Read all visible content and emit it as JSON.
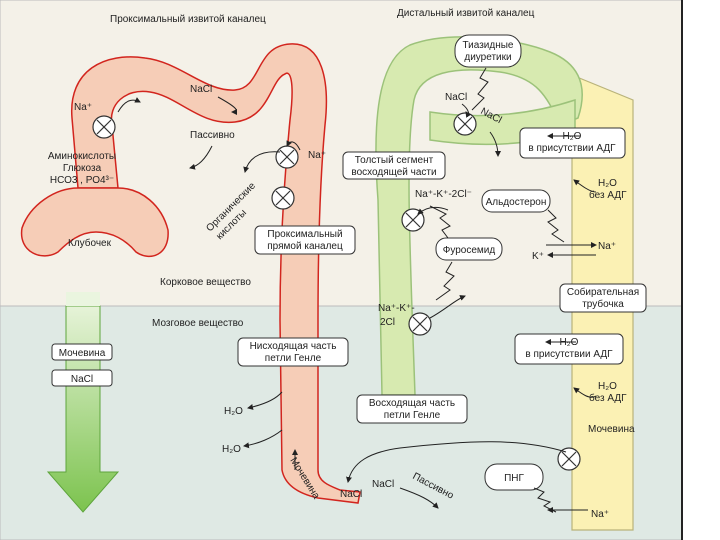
{
  "colors": {
    "cortex_bg": "#f4f1e8",
    "medulla_bg": "#dfe9e4",
    "proximal_fill": "#f6cdb7",
    "proximal_stroke": "#d2251e",
    "distal_fill": "#d7eab0",
    "distal_stroke": "#9cc27a",
    "collecting_fill": "#fbf1b4",
    "collecting_stroke": "#b9b37a",
    "arrow_green": "#7cc34e",
    "arrow_stroke": "#5ea53c"
  },
  "titles": {
    "proximal_convoluted": "Проксимальный извитой каналец",
    "distal_convoluted": "Дистальный извитой каналец",
    "cortex": "Корковое вещество",
    "medulla": "Мозговое вещество"
  },
  "proximal": {
    "na_plus": "Na⁺",
    "nacl": "NaCl",
    "passive": "Пассивно",
    "substances": [
      "Аминокислоты",
      "Глюкоза",
      "НСО3 , РО4³⁻"
    ],
    "glomerulus": "Клубочек",
    "na_plus_right": "Na⁺",
    "organic_acids": [
      "Органические",
      "кислоты"
    ],
    "straight_tubule": [
      "Проксимальный",
      "прямой каналец"
    ]
  },
  "loop": {
    "descending": [
      "Нисходящая часть",
      "петли Генле"
    ],
    "h2o_1": "H₂O",
    "h2o_2": "H₂O",
    "urea": "Мочевина",
    "nacl_bottom": "NaCl",
    "ascending": [
      "Восходящая часть",
      "петли Генле"
    ],
    "nacl_passive": "NaCl",
    "passive": "Пассивно"
  },
  "distal": {
    "thiazide": [
      "Тиазидные",
      "диуретики"
    ],
    "nacl_in": "NaCl",
    "nacl_out": "NaCl",
    "thick_segment": [
      "Толстый сегмент",
      "восходящей части"
    ],
    "nkcc_top": "Na⁺-K⁺-2Cl⁻",
    "furosemide": "Фуросемид",
    "nkcc_bottom": [
      "Na⁺-K⁺-",
      "2Cl"
    ]
  },
  "collecting": {
    "h2o_adh_top": [
      "H₂O",
      "в присутствии АДГ"
    ],
    "h2o_no_adh_top": [
      "H₂O",
      "без АДГ"
    ],
    "aldosterone": "Альдостерон",
    "na_plus": "Na⁺",
    "k_plus": "K⁺",
    "duct_label": [
      "Собирательная",
      "трубочка"
    ],
    "h2o_adh_bottom": [
      "H₂O",
      "в присутствии АДГ"
    ],
    "h2o_no_adh_bottom": [
      "H₂O",
      "без АДГ"
    ],
    "urea": "Мочевина",
    "png": "ПНГ",
    "na_plus_bottom": "Na⁺"
  },
  "legend": {
    "urea": "Мочевина",
    "nacl": "NaCl"
  }
}
